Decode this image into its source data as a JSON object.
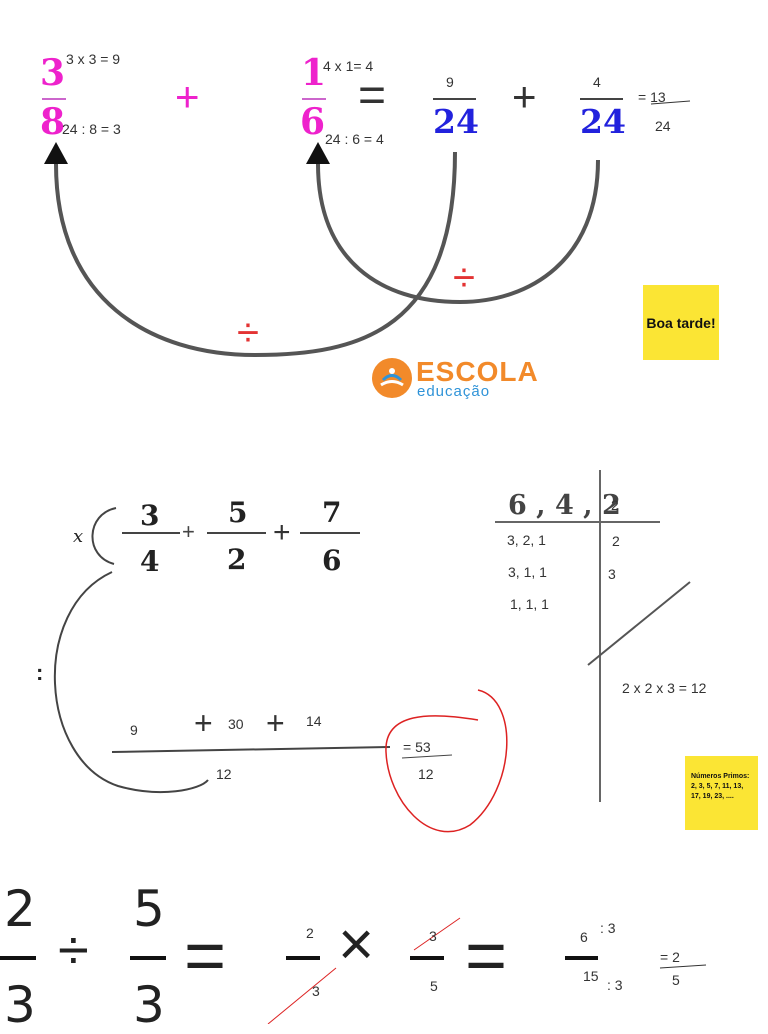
{
  "section1": {
    "frac_a": {
      "num": "3",
      "den": "8"
    },
    "frac_b": {
      "num": "1",
      "den": "6"
    },
    "plus": "+",
    "equals": "=",
    "frac_c": {
      "num": "9",
      "den": "24"
    },
    "frac_d": {
      "num": "4",
      "den": "24"
    },
    "result": {
      "prefix": "= ",
      "num": "13",
      "den": "24"
    },
    "note_a_top": "3 x 3 = 9",
    "note_a_bottom": "24 : 8 = 3",
    "note_b_top": "4 x 1= 4",
    "note_b_bottom": "24 : 6 = 4",
    "divide_symbol": "÷",
    "logo": {
      "word": "ESCOLA",
      "sub": "educação"
    },
    "sticky": "Boa tarde!",
    "colors": {
      "pink": "#ee22cc",
      "blue": "#2222dd",
      "arc": "#555555",
      "divide": "#e33333",
      "logo_orange": "#f28a2a",
      "logo_blue": "#2f93d8",
      "sticky": "#fbe534"
    }
  },
  "section2": {
    "mark_x": "x",
    "mark_colon": ":",
    "fractions": [
      {
        "num": "3",
        "den": "4"
      },
      {
        "num": "5",
        "den": "2"
      },
      {
        "num": "7",
        "den": "6"
      }
    ],
    "plus_small": "+",
    "plus_big": "+",
    "sum": {
      "a": "9",
      "b": "30",
      "c": "14",
      "den": "12",
      "plus": "+"
    },
    "result": {
      "prefix": "= ",
      "num": "53",
      "den": "12"
    },
    "mmc": {
      "header": "6 , 4 , 2",
      "divisors": [
        "2",
        "2",
        "3"
      ],
      "rows": [
        "3,   2,   1",
        "3,   1,   1",
        "1,   1,   1"
      ],
      "product": "2 x 2 x 3 = 12"
    },
    "sticky": "Números Primos: 2, 3, 5, 7, 11, 13, 17, 19, 23, ...."
  },
  "section3": {
    "frac_a": {
      "num": "2",
      "den": "3"
    },
    "div_symbol": "÷",
    "frac_b": {
      "num": "5",
      "den": "3"
    },
    "equals": "=",
    "times": "×",
    "frac_c": {
      "num": "2",
      "den": "3"
    },
    "frac_d": {
      "num": "3",
      "den": "5"
    },
    "frac_e": {
      "num": "6",
      "den": "15",
      "num_note": ": 3",
      "den_note": ": 3"
    },
    "result": {
      "prefix": "= ",
      "num": "2",
      "den": "5"
    }
  }
}
